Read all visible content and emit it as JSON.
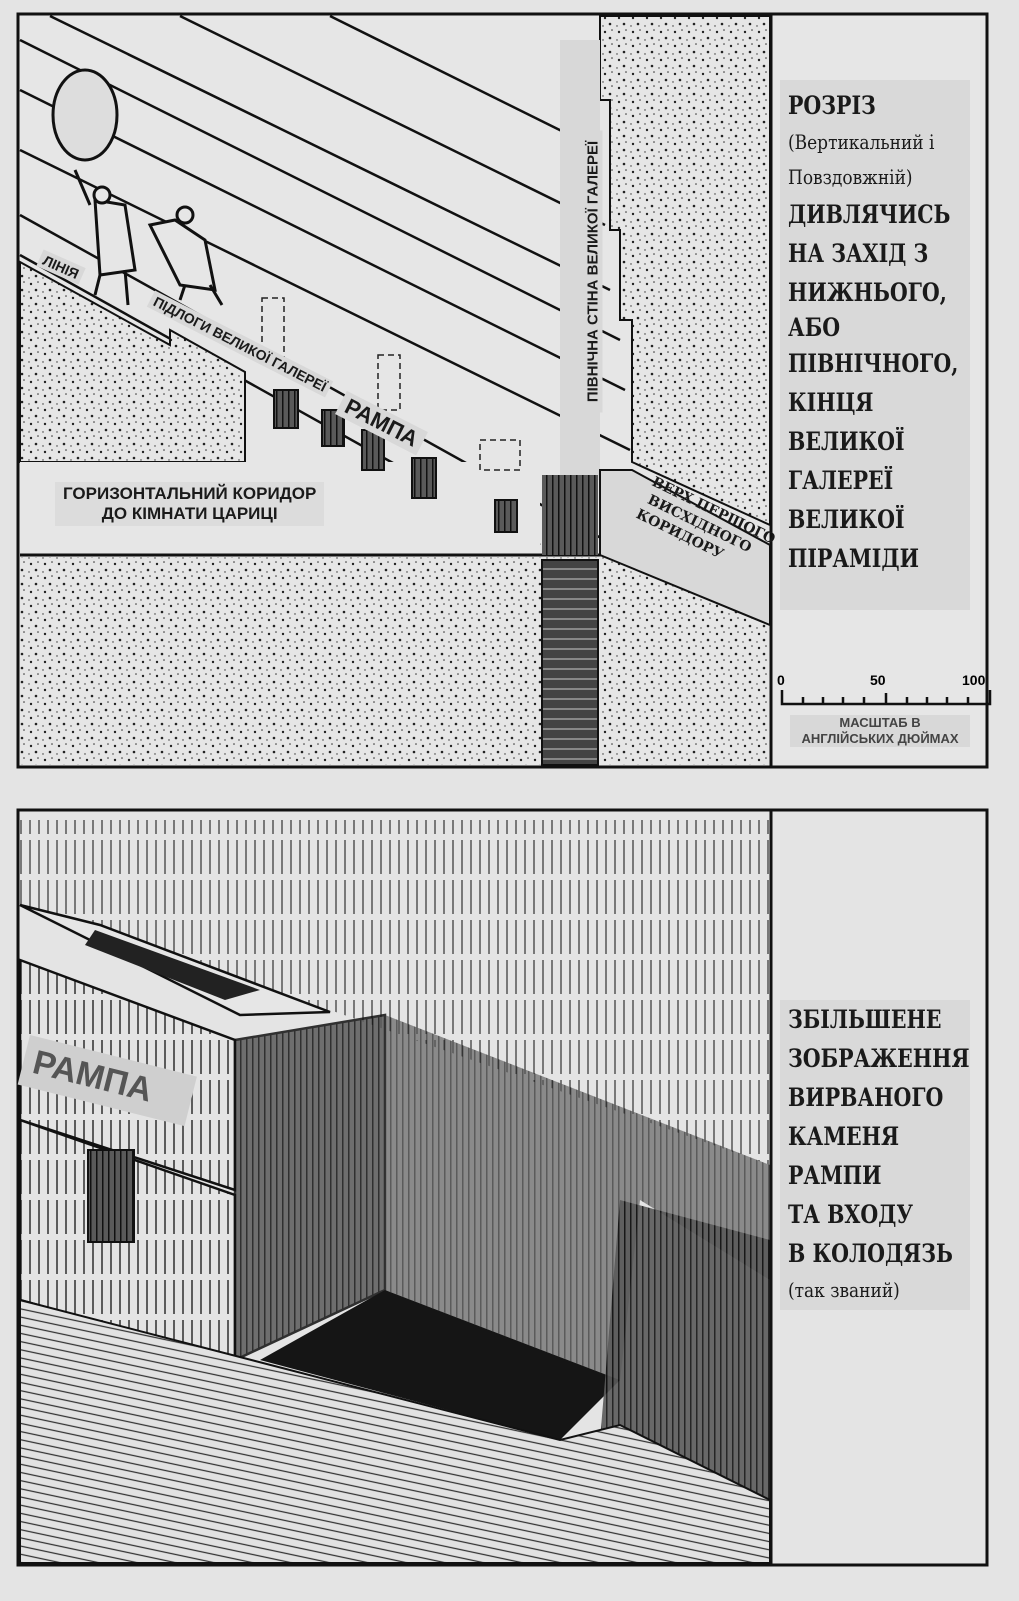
{
  "top_panel": {
    "title": "РОЗРІЗ",
    "subtitle_1": "(Вертикальний і",
    "subtitle_2": "Повздовжній)",
    "desc_lines": [
      "ДИВЛЯЧИСЬ",
      "НА ЗАХІД З",
      "НИЖНЬОГО,",
      "АБО",
      "ПІВНІЧНОГО,",
      "КІНЦЯ",
      "ВЕЛИКОЇ",
      "ГАЛЕРЕЇ",
      "ВЕЛИКОЇ",
      "ПІРАМІДИ"
    ],
    "labels": {
      "line": "ЛІНІЯ",
      "floor": "ПІДЛОГИ ВЕЛИКОЇ ГАЛЕРЕЇ",
      "ramp": "РАМПА",
      "north_wall": "ПІВНІЧНА СТІНА ВЕЛИКОЇ ГАЛЕРЕЇ",
      "corridor_1": "ГОРИЗОНТАЛЬНИЙ КОРИДОР",
      "corridor_2": "ДО КІМНАТИ ЦАРИЦІ",
      "asc_1": "ВЕРХ ПЕРШОГО",
      "asc_2": "ВИСХІДНОГО",
      "asc_3": "КОРИДОРУ"
    },
    "scale": {
      "ticks": [
        "0",
        "50",
        "100"
      ],
      "caption_1": "МАСШТАБ В",
      "caption_2": "АНГЛІЙСЬКИХ ДЮЙМАХ"
    }
  },
  "bottom_panel": {
    "ramp_label": "РАМПА",
    "desc_lines": [
      "ЗБІЛЬШЕНЕ",
      "ЗОБРАЖЕННЯ",
      "ВИРВАНОГО",
      "КАМЕНЯ",
      "РАМПИ",
      "ТА ВХОДУ",
      "В КОЛОДЯЗЬ"
    ],
    "note": "(так званий)"
  }
}
